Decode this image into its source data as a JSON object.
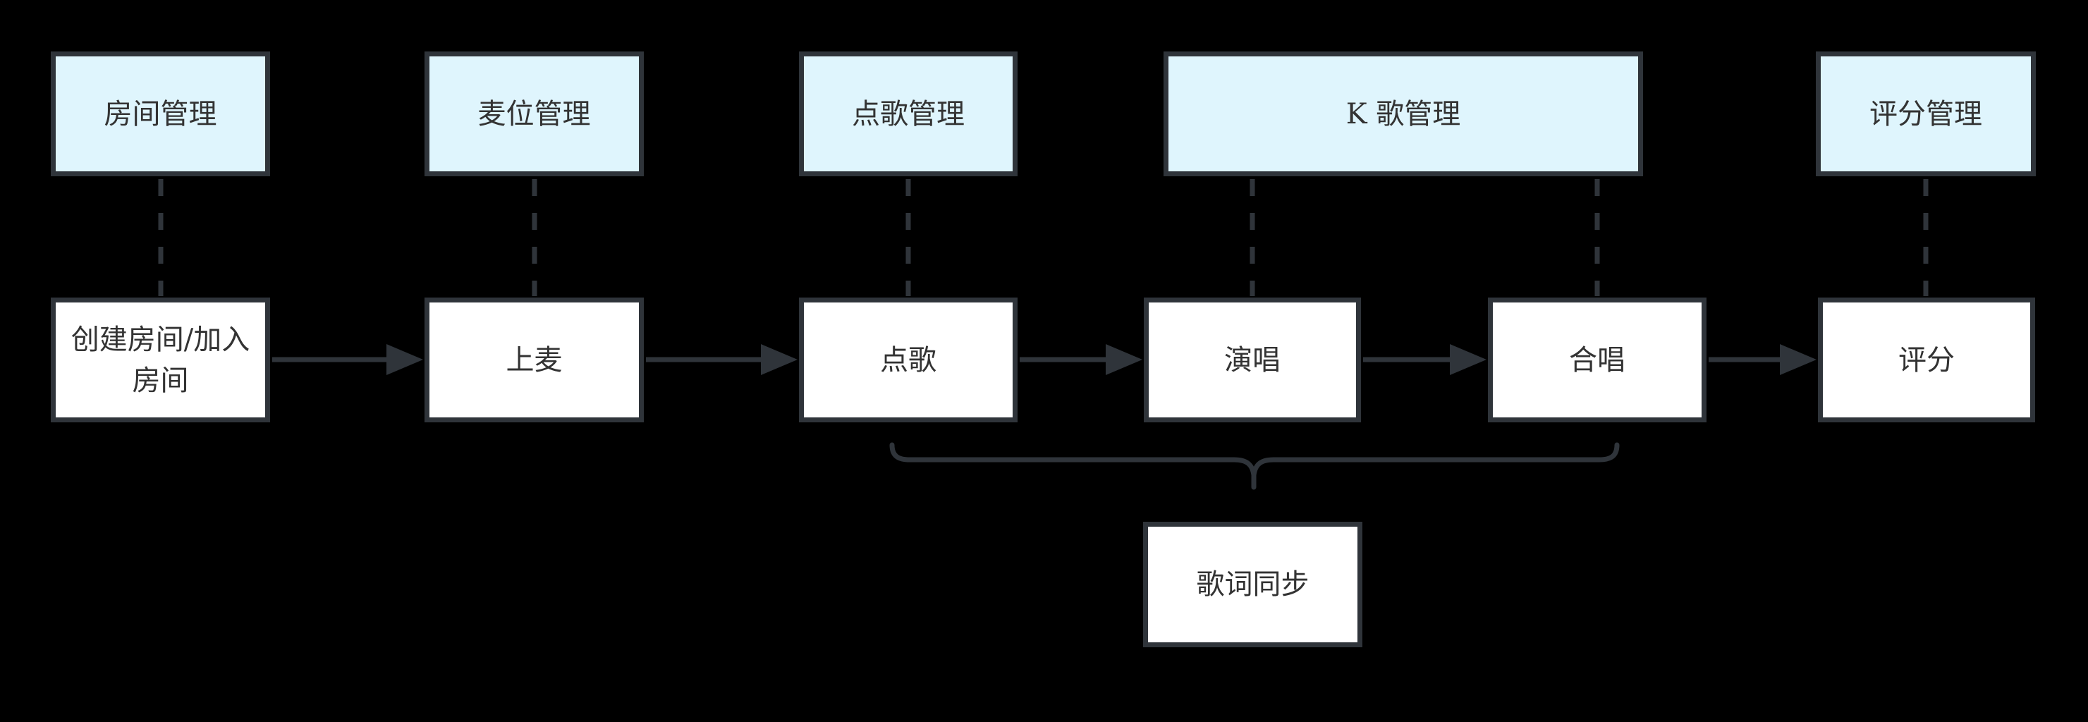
{
  "diagram": {
    "type": "flowchart",
    "colors": {
      "background": "#000000",
      "stroke": "#2f343a",
      "management_fill": "#dff5fd",
      "step_fill": "#ffffff",
      "text": "#333333"
    },
    "management_nodes": [
      {
        "label": "房间管理"
      },
      {
        "label": "麦位管理"
      },
      {
        "label": "点歌管理"
      },
      {
        "label": "K 歌管理"
      },
      {
        "label": "评分管理"
      }
    ],
    "step_nodes": [
      {
        "label": "创建房间/加入房间"
      },
      {
        "label": "上麦"
      },
      {
        "label": "点歌"
      },
      {
        "label": "演唱"
      },
      {
        "label": "合唱"
      },
      {
        "label": "评分"
      }
    ],
    "sub_node": {
      "label": "歌词同步"
    }
  }
}
